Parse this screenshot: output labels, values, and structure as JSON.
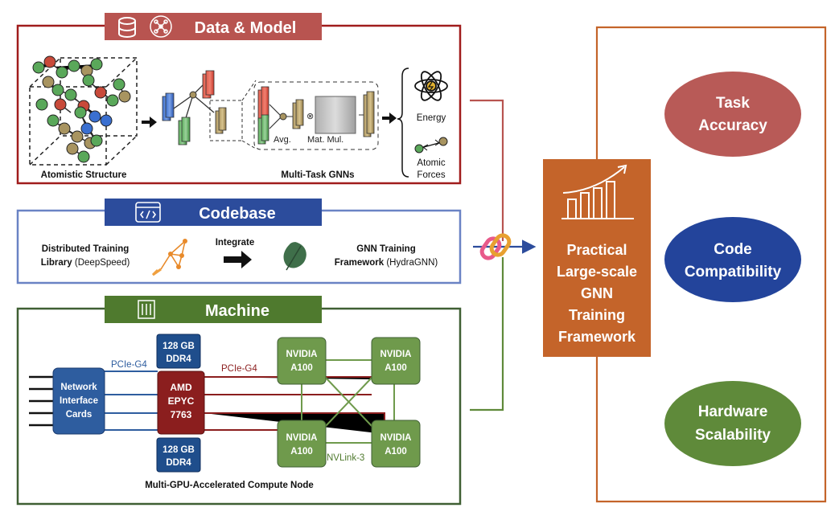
{
  "colors": {
    "data_red": "#b85450",
    "data_border": "#a01c1c",
    "codebase_blue": "#2c4c9c",
    "codebase_border": "#6a83c4",
    "machine_green": "#4f7a2e",
    "machine_border": "#3f5f33",
    "framework_orange": "#c4642a",
    "cpu_red": "#8b1e1e",
    "memory_blue": "#1f4e8c",
    "gpu_green": "#6f9a4c",
    "nic_blue": "#2e5d9f",
    "outcome_accuracy": "#b85a57",
    "outcome_compat": "#23449b",
    "outcome_scale": "#5f8a3a"
  },
  "data_model": {
    "header": "Data & Model",
    "atomistic_label": "Atomistic Structure",
    "gnn_label": "Multi-Task GNNs",
    "avg_label": "Avg.",
    "matmul_label": "Mat. Mul.",
    "energy_label": "Energy",
    "forces_label_1": "Atomic",
    "forces_label_2": "Forces"
  },
  "codebase": {
    "header": "Codebase",
    "library_line1": "Distributed Training",
    "library_line2_bold": "Library",
    "library_line2_normal": "(DeepSpeed)",
    "integrate_label": "Integrate",
    "gnn_line1": "GNN Training",
    "gnn_line2_bold": "Framework",
    "gnn_line2_normal": "(HydraGNN)"
  },
  "machine": {
    "header": "Machine",
    "mem_top_1": "128 GB",
    "mem_top_2": "DDR4",
    "mem_bottom_1": "128 GB",
    "mem_bottom_2": "DDR4",
    "nic_1": "Network",
    "nic_2": "Interface",
    "nic_3": "Cards",
    "cpu_1": "AMD",
    "cpu_2": "EPYC",
    "cpu_3": "7763",
    "pcie_left": "PCIe-G4",
    "pcie_right": "PCIe-G4",
    "nvlink": "NVLink-3",
    "gpus": [
      {
        "l1": "NVIDIA",
        "l2": "A100"
      },
      {
        "l1": "NVIDIA",
        "l2": "A100"
      },
      {
        "l1": "NVIDIA",
        "l2": "A100"
      },
      {
        "l1": "NVIDIA",
        "l2": "A100"
      }
    ],
    "caption": "Multi-GPU-Accelerated Compute Node"
  },
  "framework": {
    "line1": "Practical",
    "line2": "Large-scale",
    "line3": "GNN",
    "line4": "Training",
    "line5": "Framework"
  },
  "outcomes": [
    {
      "l1": "Task",
      "l2": "Accuracy"
    },
    {
      "l1": "Code",
      "l2": "Compatibility"
    },
    {
      "l1": "Hardware",
      "l2": "Scalability"
    }
  ]
}
